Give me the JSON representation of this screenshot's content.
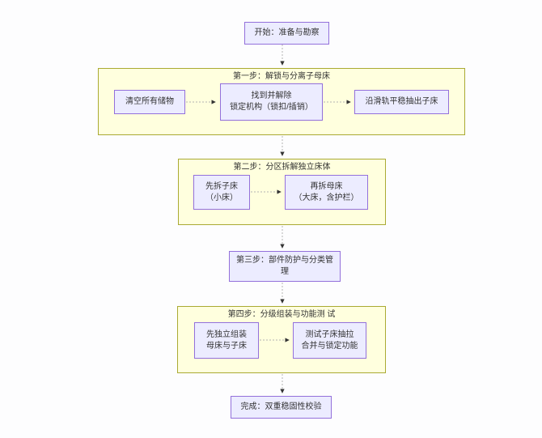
{
  "flowchart": {
    "start": {
      "label": "开始：准备与勘察"
    },
    "step1": {
      "title": "第一步：解锁与分离子母床",
      "clear_label": "清空所有储物",
      "unlock_line1": "找到并解除",
      "unlock_line2": "锁定机构（锁扣/插销）",
      "slide_label": "沿滑轨平稳抽出子床"
    },
    "step2": {
      "title": "第二步：分区拆解独立床体",
      "sub_line1": "先拆子床",
      "sub_line2": "（小床）",
      "main_line1": "再拆母床",
      "main_line2": "（大床，含护栏）"
    },
    "step3": {
      "line1": "第三步：部件防护与分类管",
      "line2": "理"
    },
    "step4": {
      "title_line1": "第四步：分级组装与功能测",
      "title_line2": "试",
      "assemble_line1": "先独立组装",
      "assemble_line2": "母床与子床",
      "test_line1": "测试子床抽拉",
      "test_line2": "合并与锁定功能"
    },
    "finish": {
      "label": "完成：双重稳固性校验"
    },
    "colors": {
      "node_fill": "#ECECFF",
      "node_border": "#9370DB",
      "cluster_fill": "#FFFFDE",
      "cluster_border": "#AAAA33",
      "edge_line": "#b3b3b3",
      "arrowhead": "#333333",
      "text": "#333333"
    },
    "edges": [
      {
        "from": "start",
        "to": "cluster-step1"
      },
      {
        "from": "clear-storage",
        "to": "unlock-mechanism"
      },
      {
        "from": "unlock-mechanism",
        "to": "slide-out-sub-bed"
      },
      {
        "from": "cluster-step1",
        "to": "cluster-step2"
      },
      {
        "from": "disassemble-sub-bed",
        "to": "disassemble-main-bed"
      },
      {
        "from": "cluster-step2",
        "to": "step3"
      },
      {
        "from": "step3",
        "to": "cluster-step4"
      },
      {
        "from": "assemble-beds",
        "to": "test-function"
      },
      {
        "from": "cluster-step4",
        "to": "finish"
      }
    ]
  }
}
